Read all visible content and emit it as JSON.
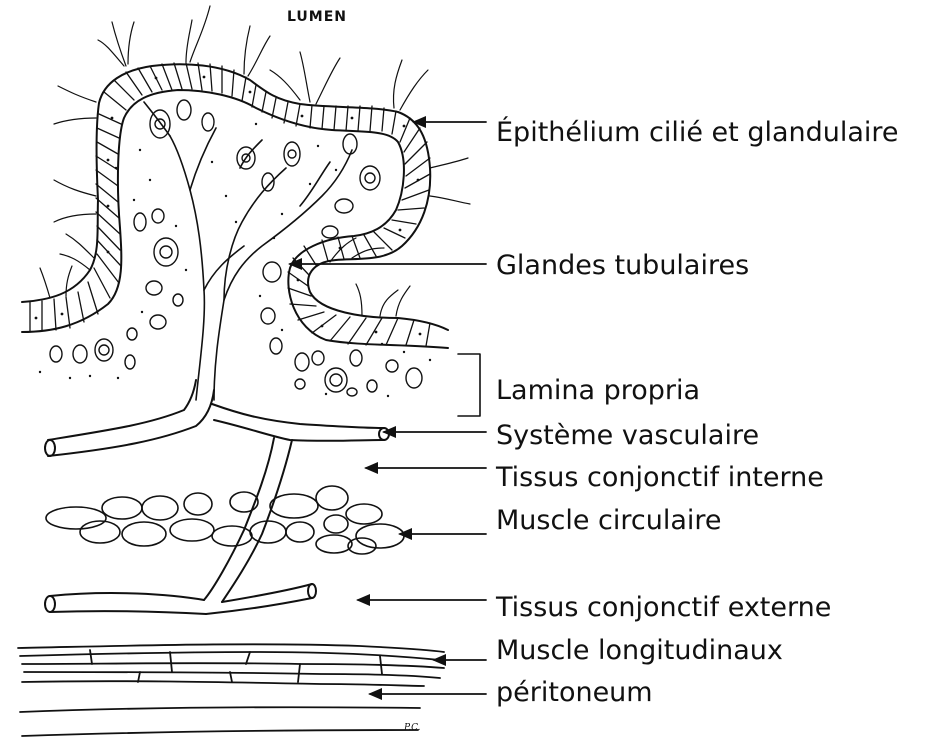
{
  "lumen": "LUMEN",
  "signature": "P.C.",
  "labels": {
    "epithelium": "Épithélium cilié et glandulaire",
    "glands": "Glandes tubulaires",
    "lamina": "Lamina propria",
    "vascular": "Système vasculaire",
    "inner_connective": "Tissus conjonctif interne",
    "circular_muscle": "Muscle circulaire",
    "outer_connective": "Tissus conjonctif externe",
    "longitudinal_muscle": "Muscle longitudinaux",
    "peritoneum": "péritoneum"
  },
  "colors": {
    "ink": "#111111",
    "background": "#ffffff"
  }
}
